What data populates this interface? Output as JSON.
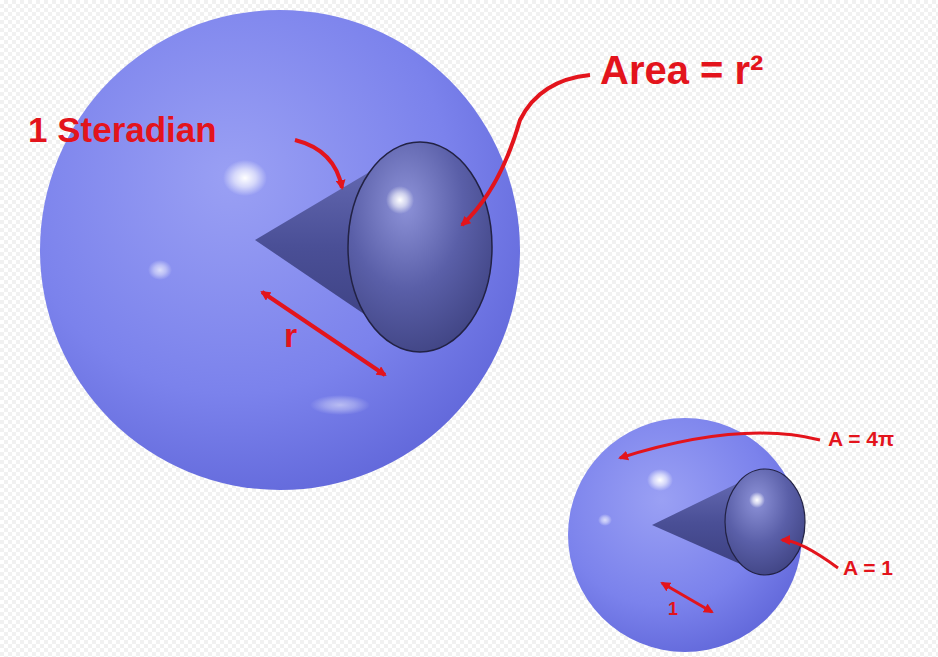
{
  "diagram": {
    "labels": [
      "1 Steradian",
      "Area = r²",
      "r",
      "A = 4π",
      "A = 1",
      "1"
    ]
  }
}
